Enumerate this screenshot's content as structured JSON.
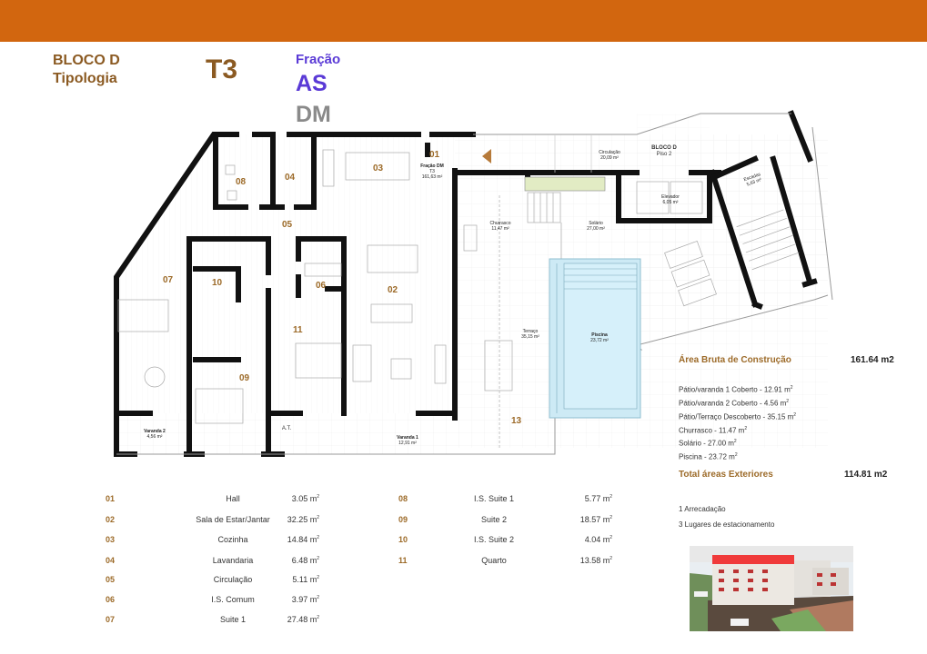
{
  "header": {
    "bloco": "BLOCO D",
    "tipologia_label": "Tipologia",
    "tipologia": "T3",
    "fracao_label": "Fração",
    "fracao_as": "AS",
    "fracao_dm": "DM"
  },
  "colors": {
    "banner": "#d2660f",
    "brown_accent": "#9c6a28",
    "purple_accent": "#5a3ad6",
    "grey_accent": "#8a8a8a",
    "pool": "#cdeaf5"
  },
  "floor_plan": {
    "fracao_label": "Fração DM",
    "fracao_tipo": "T3",
    "fracao_area": "161,63 m²",
    "bloco_label": "BLOCO D",
    "piso_label": "Piso 2",
    "circulacao_label": "Circulação",
    "circulacao_area": "20,09 m²",
    "elevador_label": "Elevador",
    "elevador_area": "6,05 m²",
    "escadas_label": "Escadas",
    "escadas_area": "5,63 m²",
    "churrasco_label": "Churrasco",
    "churrasco_area": "11,47 m²",
    "solario_label": "Solário",
    "solario_area": "27,00 m²",
    "terraco_label": "Terraço",
    "terraco_area": "35,15 m²",
    "piscina_label": "Piscina",
    "piscina_area": "23,72 m²",
    "varanda1_label": "Varanda 1",
    "varanda1_area": "12,91 m²",
    "varanda2_label": "Varanda 2",
    "varanda2_area": "4,56 m²",
    "at_label": "A.T.",
    "room_numbers": [
      "01",
      "02",
      "03",
      "04",
      "05",
      "06",
      "07",
      "08",
      "09",
      "10",
      "11",
      "13"
    ]
  },
  "summary": {
    "abc_label": "Área Bruta de Construção",
    "abc_value": "161.64 m2",
    "exteriors": [
      {
        "label": "Pátio/varanda 1 Coberto - 12.91 m",
        "sup": "2"
      },
      {
        "label": "Pátio/varanda 2 Coberto - 4.56 m",
        "sup": "2"
      },
      {
        "label": "Pátio/Terraço Descoberto - 35.15 m",
        "sup": "2"
      },
      {
        "label": "Churrasco - 11.47 m",
        "sup": "2"
      },
      {
        "label": "Solário - 27.00 m",
        "sup": "2"
      },
      {
        "label": "Piscina - 23.72 m",
        "sup": "2"
      }
    ],
    "total_label": "Total áreas Exteriores",
    "total_value": "114.81 m2",
    "arrecadacao": "1 Arrecadação",
    "estacionamento": "3 Lugares de estacionamento"
  },
  "rooms_left": [
    {
      "num": "01",
      "name": "Hall",
      "area": "3.05 m"
    },
    {
      "num": "02",
      "name": "Sala de Estar/Jantar",
      "area": "32.25 m"
    },
    {
      "num": "03",
      "name": "Cozinha",
      "area": "14.84 m"
    },
    {
      "num": "04",
      "name": "Lavandaria",
      "area": "6.48 m"
    },
    {
      "num": "05",
      "name": "Circulação",
      "area": "5.11 m"
    },
    {
      "num": "06",
      "name": "I.S. Comum",
      "area": "3.97 m"
    },
    {
      "num": "07",
      "name": "Suite 1",
      "area": "27.48 m"
    }
  ],
  "rooms_right": [
    {
      "num": "08",
      "name": "I.S. Suite 1",
      "area": "5.77 m"
    },
    {
      "num": "09",
      "name": "Suite 2",
      "area": "18.57 m"
    },
    {
      "num": "10",
      "name": "I.S. Suite 2",
      "area": "4.04 m"
    },
    {
      "num": "11",
      "name": "Quarto",
      "area": "13.58 m"
    }
  ],
  "area_unit_sup": "2"
}
